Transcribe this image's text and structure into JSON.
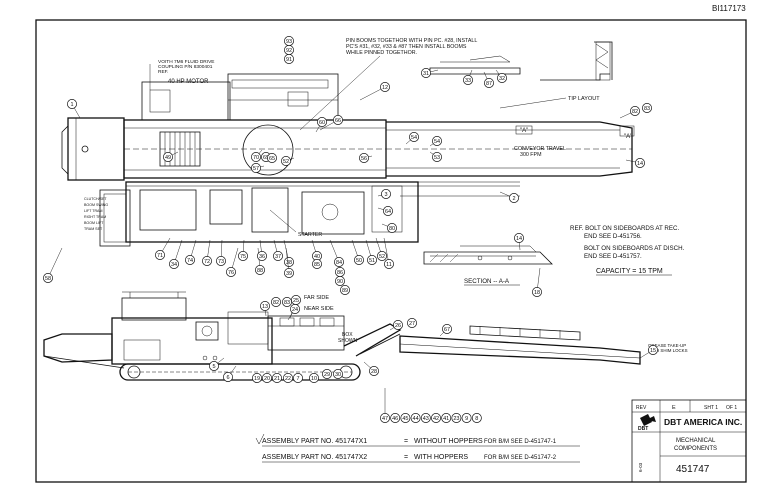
{
  "sheet": {
    "drawing_id": "BI117173",
    "company": "DBT AMERICA INC.",
    "logo_text": "DBT",
    "title_line1": "MECHANICAL",
    "title_line2": "COMPONENTS",
    "rev_label": "REV",
    "rev_value": "E",
    "sheet_label": "SHT 1",
    "sheet_of": "OF 1",
    "drawing_number": "451747",
    "side_code": "6-03"
  },
  "notes": {
    "pin_booms": [
      "PIN BOOMS TOGETHOR WITH PIN PC. #28, INSTALL",
      "PC'S #31, #32, #33 & #87 THEN INSTALL BOOMS",
      "WHILE PINNED TOGETHOR."
    ],
    "motor": "40 HP MOTOR",
    "fluid_drive": [
      "VOITH 7M6 FLUID DRIVE",
      "COUPLING P/N 8300401",
      "REF."
    ],
    "tip_layout": "TIP LAYOUT",
    "conveyor_travel": [
      "CONVEYOR TRAVEL",
      "300 FPM"
    ],
    "section_a_mark": "\"A\"",
    "section_a_mark2": "\"A\"",
    "starter": "STARTER",
    "sideboards_rec": [
      "REF. BOLT ON SIDEBOARDS AT REC.",
      "END SEE D-451756."
    ],
    "sideboards_disch": [
      "BOLT ON SIDEBOARDS AT DISCH.",
      "END SEE D-451757."
    ],
    "capacity": "CAPACITY = 15 TPM",
    "section_label": "SECTION  --  A-A",
    "far_side": "FAR SIDE",
    "near_side": "NEAR SIDE",
    "box_shown": [
      "BOX",
      "SHOWN"
    ],
    "grease": [
      "GREASE TAKE-UP",
      "WITH SHIM LOCKS"
    ],
    "control_labels": [
      "CLUTCH/SET",
      "BOOM SWING",
      "LIFT TRAM",
      "RIGHT TRAM",
      "BOOM LIFT",
      "TRAM SET"
    ]
  },
  "assembly": {
    "line1_part": "ASSEMBLY PART NO. 451747X1",
    "line1_eq": "=",
    "line1_desc": "WITHOUT HOPPERS",
    "line1_ref": "FOR B/M SEE D-451747-1",
    "line2_part": "ASSEMBLY PART NO. 451747X2",
    "line2_eq": "=",
    "line2_desc": "WITH HOPPERS",
    "line2_ref": "FOR B/M SEE D-451747-2"
  },
  "balloons_top": [
    "93",
    "92",
    "91",
    "12",
    "1",
    "82",
    "83",
    "31",
    "33",
    "87",
    "32",
    "66",
    "60",
    "49",
    "70",
    "69",
    "65",
    "52",
    "57",
    "56",
    "54",
    "53",
    "14",
    "54",
    "2",
    "3",
    "64",
    "80",
    "58"
  ],
  "balloons_bottom_row": [
    "71",
    "34",
    "74",
    "72",
    "73",
    "75",
    "76",
    "88",
    "36",
    "37",
    "38",
    "39",
    "40",
    "85",
    "84",
    "86",
    "90",
    "89",
    "50",
    "51",
    "52",
    "11"
  ],
  "balloons_elev": [
    "5",
    "19",
    "20",
    "21",
    "22",
    "7",
    "10",
    "29",
    "30",
    "28",
    "6",
    "26",
    "27",
    "25",
    "24",
    "13",
    "82",
    "83",
    "67",
    "15",
    "14",
    "18"
  ],
  "balloons_stack": [
    "47",
    "46",
    "45",
    "44",
    "43",
    "42",
    "41",
    "23",
    "9",
    "8"
  ]
}
